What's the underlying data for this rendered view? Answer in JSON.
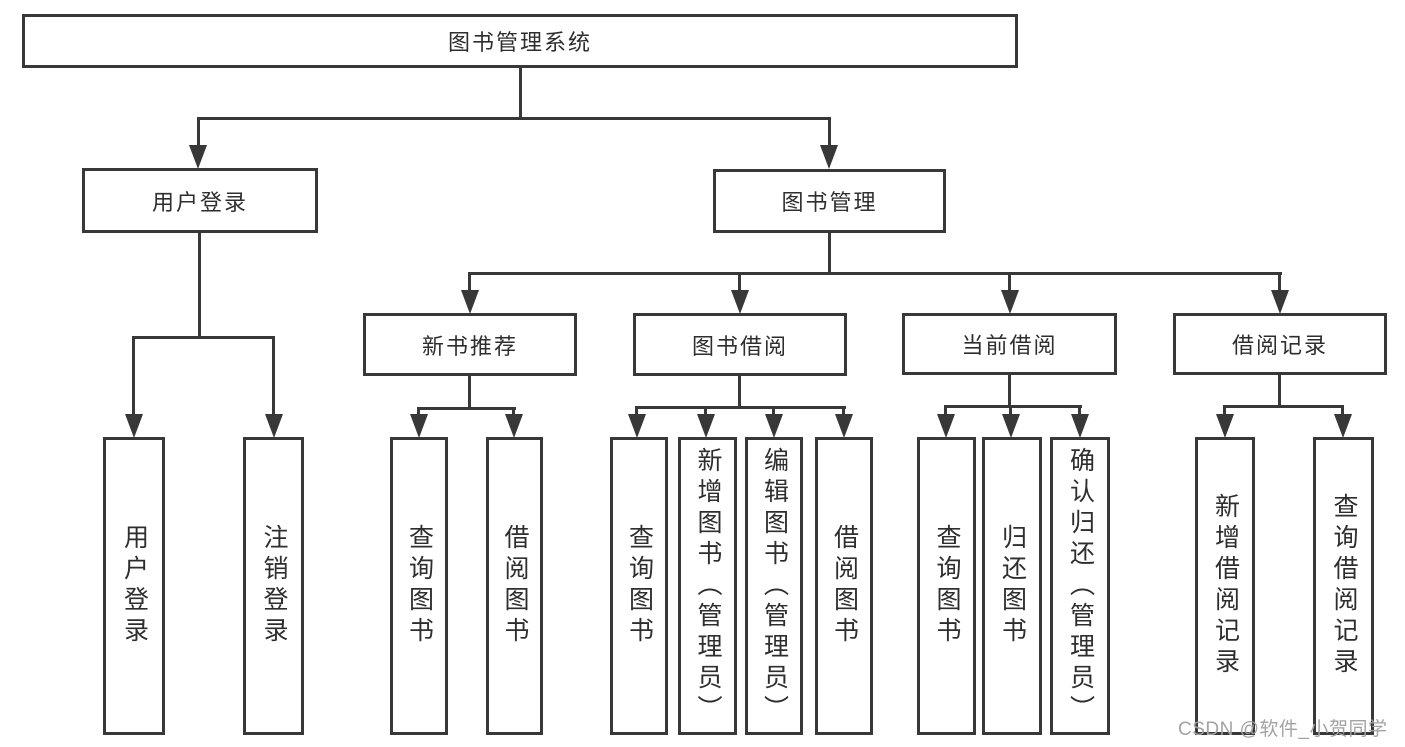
{
  "diagram": {
    "title": "图书管理系统",
    "modules": {
      "user_login": {
        "label": "用户登录",
        "children": {
          "login": "用户登录",
          "logout": "注销登录"
        }
      },
      "book_mgmt": {
        "label": "图书管理",
        "sections": {
          "new_book": {
            "label": "新书推荐",
            "children": {
              "query": "查询图书",
              "borrow": "借阅图书"
            }
          },
          "borrow": {
            "label": "图书借阅",
            "children": {
              "query": "查询图书",
              "add": "新增图书（管理员）",
              "edit": "编辑图书（管理员）",
              "borrow": "借阅图书"
            }
          },
          "current": {
            "label": "当前借阅",
            "children": {
              "query": "查询图书",
              "return": "归还图书",
              "confirm": "确认归还（管理员）"
            }
          },
          "records": {
            "label": "借阅记录",
            "children": {
              "add": "新增借阅记录",
              "query": "查询借阅记录"
            }
          }
        }
      }
    },
    "colors": {
      "line": "#383838",
      "box_border": "#383838",
      "text": "#2e2e2e",
      "background": "#ffffff"
    }
  },
  "watermark": {
    "text": "CSDN @软件_小贺同学",
    "color": "#a3a3a3"
  }
}
